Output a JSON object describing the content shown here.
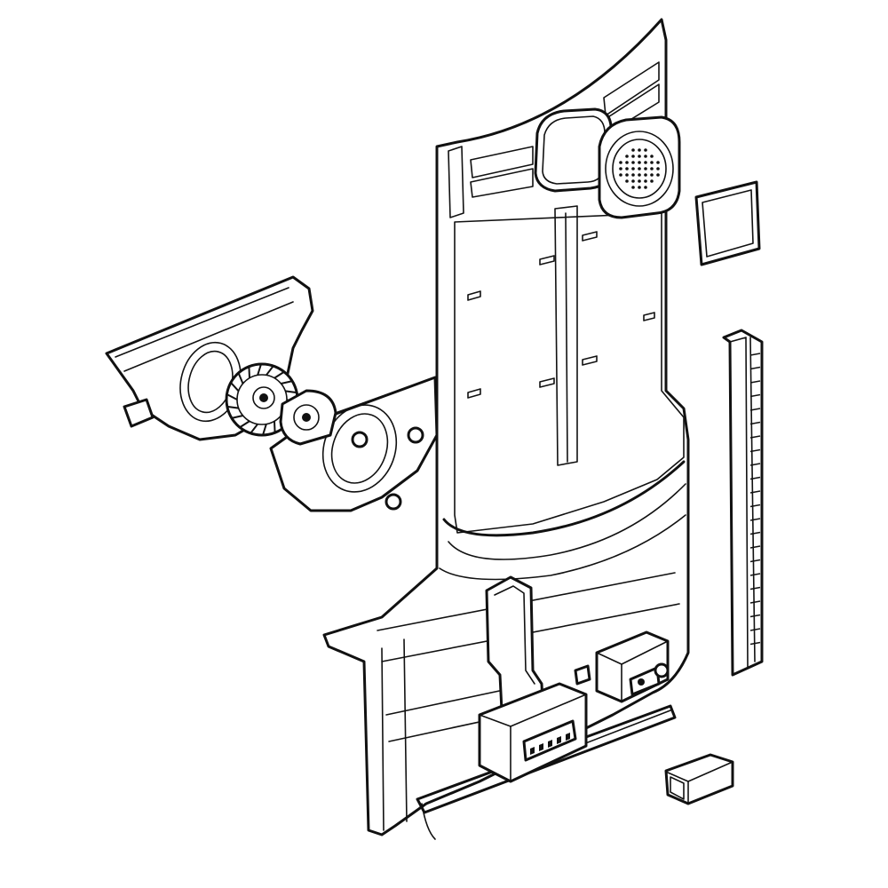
{
  "diagram": {
    "view": "exploded-parts",
    "line_color": "#111111",
    "background_color": "#ffffff",
    "parts": [
      {
        "id": "liner-panel",
        "icon": "freezer-liner-panel"
      },
      {
        "id": "fan-shroud",
        "icon": "fan-shroud"
      },
      {
        "id": "fan-blade",
        "icon": "fan-blade"
      },
      {
        "id": "motor-bracket",
        "icon": "motor-bracket"
      },
      {
        "id": "speaker-grille",
        "icon": "round-grille"
      },
      {
        "id": "top-cover",
        "icon": "rounded-cover"
      },
      {
        "id": "foam-pad",
        "icon": "square-pad"
      },
      {
        "id": "side-strip",
        "icon": "long-strip"
      },
      {
        "id": "switch-housing",
        "icon": "switch-housing"
      },
      {
        "id": "control-box",
        "icon": "control-box"
      },
      {
        "id": "small-block",
        "icon": "small-block"
      }
    ]
  }
}
